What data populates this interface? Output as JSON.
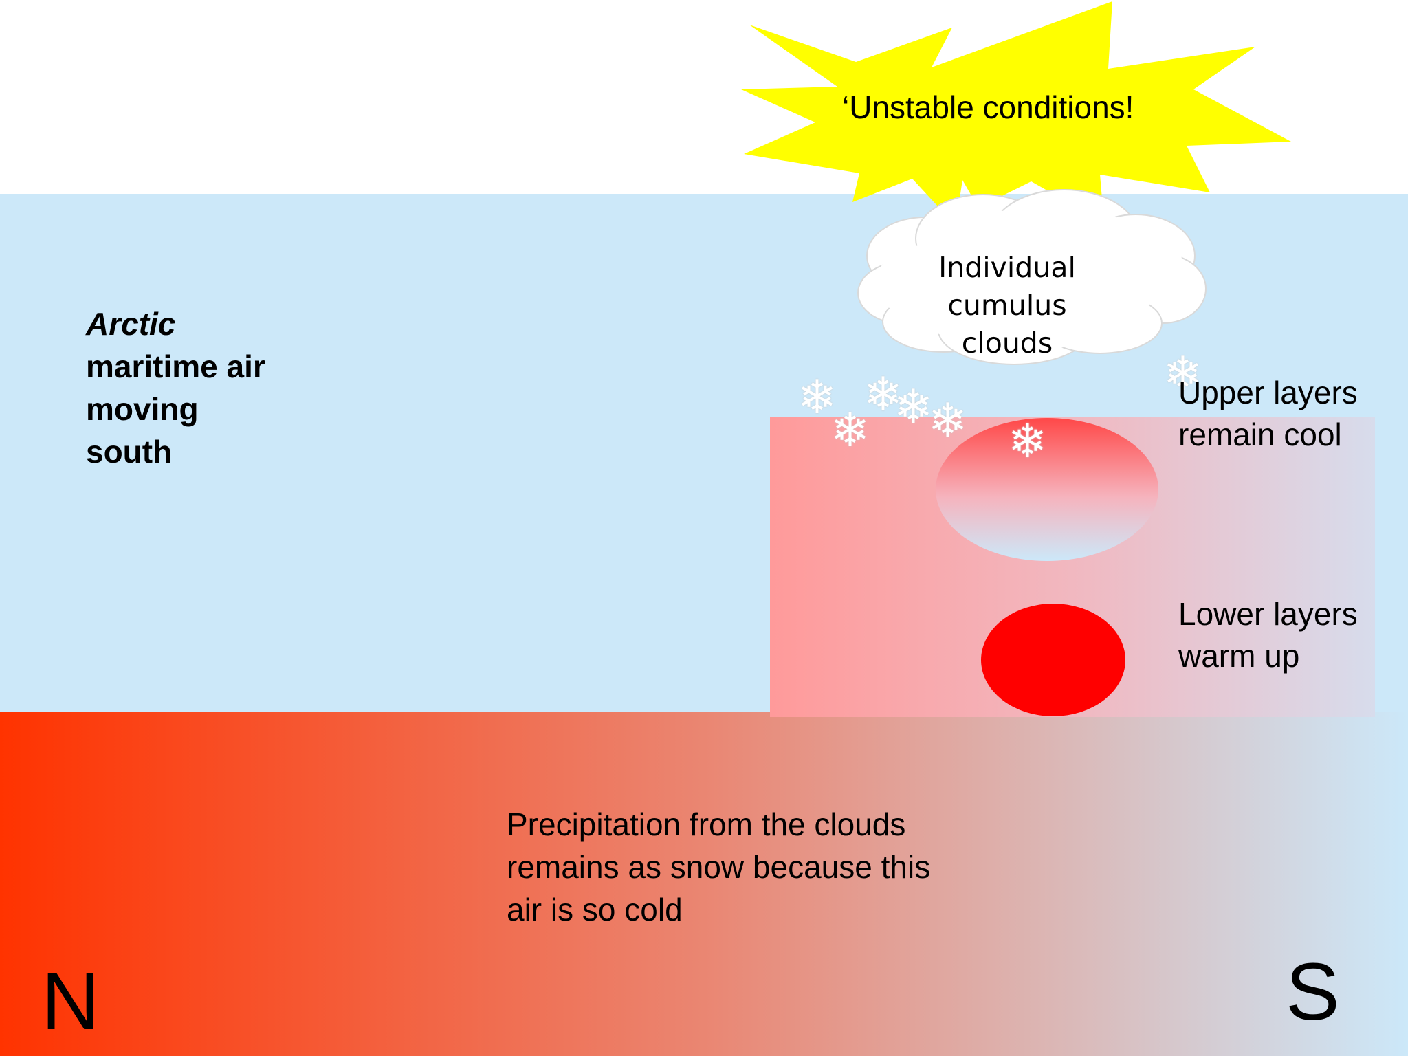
{
  "arctic_air": {
    "line1": "Arctic",
    "line2": "maritime air",
    "line3": "moving",
    "line4": "south"
  },
  "burst": {
    "text": "‘Unstable conditions!"
  },
  "cloud": {
    "line1": "Individual",
    "line2": "cumulus",
    "line3": "clouds"
  },
  "upper_layers": {
    "line1": "Upper layers",
    "line2": "remain cool"
  },
  "lower_layers": {
    "line1": "Lower layers",
    "line2": "warm up"
  },
  "precipitation": {
    "line1": "Precipitation from the clouds",
    "line2": "remains as snow because this",
    "line3": "air is so cold"
  },
  "compass": {
    "north": "N",
    "south": "S"
  },
  "snowflake_glyph": "❄",
  "colors": {
    "sky_blue": "#cce8f9",
    "warm_red": "#ff3300",
    "burst_yellow": "#ffff00",
    "warm_blob": "#ff0000"
  }
}
